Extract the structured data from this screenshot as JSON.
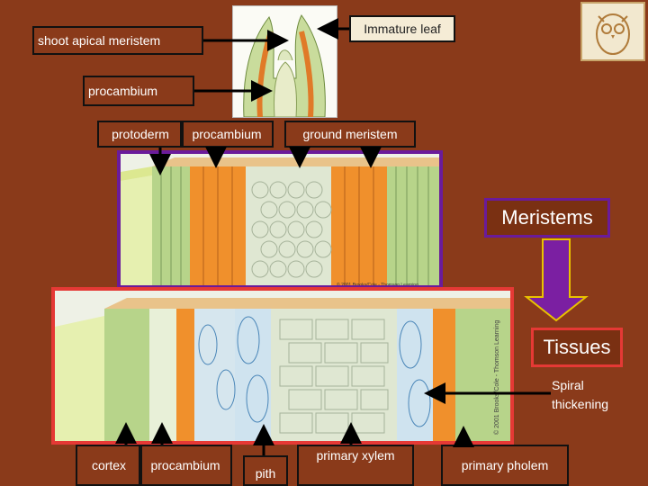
{
  "labels": {
    "shoot_apical_meristem": "shoot apical meristem",
    "immature_leaf": "Immature leaf",
    "procambium_top": "procambium",
    "protoderm": "protoderm",
    "procambium_mid": "procambium",
    "ground_meristem": "ground meristem",
    "meristems": "Meristems",
    "tissues": "Tissues",
    "spiral_line1": "Spiral",
    "spiral_line2": "thickening",
    "cortex": "cortex",
    "procambium_bottom": "procambium",
    "pith": "pith",
    "primary_xylem": "primary xylem",
    "primary_pholem": "primary pholem"
  },
  "copyright": {
    "upper": "© 2001 Brooks/Cole - Thomson Learning",
    "lower": "© 2001 Brooks/Cole - Thomson Learning"
  },
  "colors": {
    "background": "#8a3a1a",
    "meristems_border": "#6a1b9a",
    "tissues_border": "#e53935",
    "arrow_fill": "#7b1fa2",
    "arrow_stroke": "#e8c200",
    "pointer": "#000000"
  }
}
